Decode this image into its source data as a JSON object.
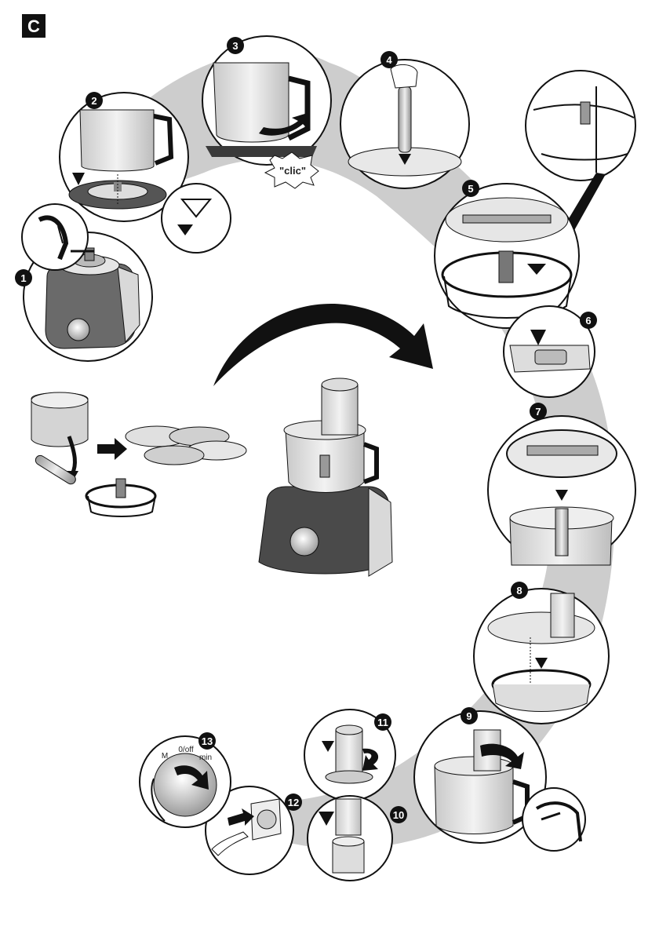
{
  "section_label": "C",
  "callout_clic": "\"clic\"",
  "dial_labels": {
    "onoff": "0/off",
    "max": "M",
    "min": "min"
  },
  "steps": [
    {
      "num": "1",
      "desc": "motor base with drive"
    },
    {
      "num": "2",
      "desc": "place bowl on base"
    },
    {
      "num": "3",
      "desc": "turn bowl until clic"
    },
    {
      "num": "4",
      "desc": "insert drive shaft"
    },
    {
      "num": "5",
      "desc": "mount disc on holder"
    },
    {
      "num": "6",
      "desc": "press disc into holder"
    },
    {
      "num": "7",
      "desc": "place disc holder on shaft"
    },
    {
      "num": "8",
      "desc": "put on lid"
    },
    {
      "num": "9",
      "desc": "turn lid to lock"
    },
    {
      "num": "10",
      "desc": "insert pusher"
    },
    {
      "num": "11",
      "desc": "turn pusher"
    },
    {
      "num": "12",
      "desc": "plug into socket"
    },
    {
      "num": "13",
      "desc": "set rotary switch"
    }
  ],
  "colors": {
    "dark": "#2b2b2b",
    "mid": "#8a8a8a",
    "light": "#d8d8d8",
    "shadow": "#cfcfcf",
    "black": "#111111"
  }
}
